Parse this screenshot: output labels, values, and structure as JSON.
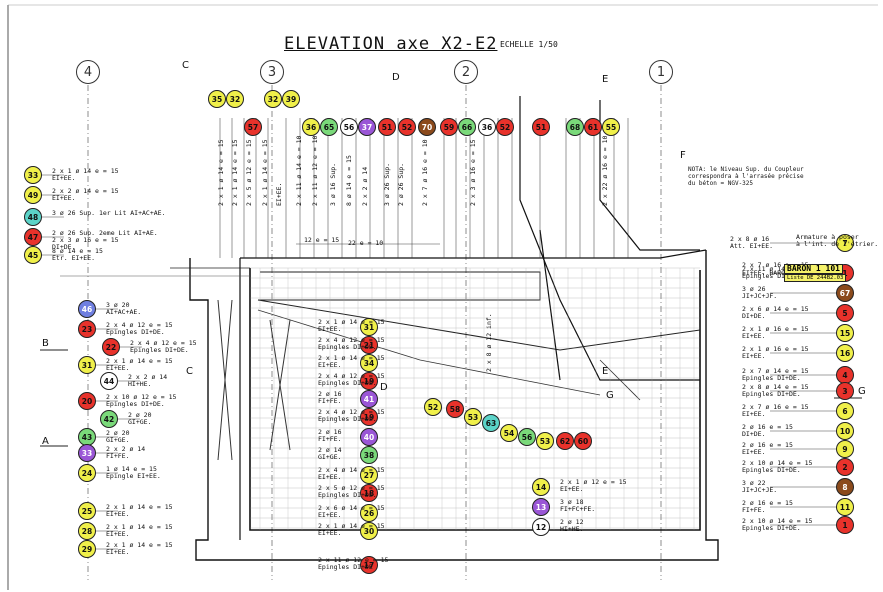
{
  "title": "ELEVATION axe X2-E2",
  "scale": "ECHELLE 1/50",
  "grid_axes": [
    "4",
    "3",
    "2",
    "1"
  ],
  "section_marks": [
    "B",
    "A",
    "C",
    "D",
    "E",
    "F",
    "G"
  ],
  "note": [
    "NOTA: le Niveau Sup. du Coupleur",
    "correspondra à l'arrasée précise",
    "du béton = NGV-325"
  ],
  "baron_box": [
    "BARON 1 101",
    "Liste DE 244B2.03"
  ],
  "left_callouts": [
    {
      "num": "33",
      "color": "#f0f04a",
      "lines": [
        "2 x 1 ø 14 e = 15",
        "EI+EE."
      ]
    },
    {
      "num": "49",
      "color": "#f0f04a",
      "lines": [
        "2 x 2 ø 14 e = 15",
        "EI+EE."
      ]
    },
    {
      "num": "48",
      "color": "#5bd3c8",
      "lines": [
        "3 ø 26 Sup. 1er Lit AI+AC+AE."
      ]
    },
    {
      "num": "47",
      "color": "#e8322b",
      "lines": [
        "2 ø 26 Sup. 2eme Lit AI+AE.",
        "2 x 3 ø 16 e = 15",
        "DI+DE."
      ]
    },
    {
      "num": "45",
      "color": "#f0f04a",
      "lines": [
        "8 ø 14 e = 15",
        "Etr. EI+EE."
      ]
    },
    {
      "num": "46",
      "color": "#6f7fe0",
      "lines": [
        "3 ø 20",
        "AI+AC+AE."
      ]
    },
    {
      "num": "23",
      "color": "#e8322b",
      "lines": [
        "2 x 4 ø 12 e = 15",
        "Epingles DI+DE."
      ]
    },
    {
      "num": "22",
      "color": "#e8322b",
      "lines": [
        "2 x 4 ø 12 e = 15",
        "Epingles DI+DE."
      ]
    },
    {
      "num": "31",
      "color": "#f0f04a",
      "lines": [
        "2 x 1 ø 14 e = 15",
        "EI+EE."
      ]
    },
    {
      "num": "44",
      "color": "#ffffff",
      "lines": [
        "2 x 2 ø 14",
        "HI+HE."
      ]
    },
    {
      "num": "20",
      "color": "#e8322b",
      "lines": [
        "2 x 10 ø 12 e = 15",
        "Epingles DI+DE."
      ]
    },
    {
      "num": "42",
      "color": "#7ad97a",
      "lines": [
        "2 ø 20",
        "GI+GE."
      ]
    },
    {
      "num": "43",
      "color": "#7ad97a",
      "lines": [
        "2 ø 20",
        "GI+GE."
      ]
    },
    {
      "num": "33",
      "color": "#9a56d6",
      "lines": [
        "2 x 2 ø 14",
        "FI+FE."
      ]
    },
    {
      "num": "24",
      "color": "#f0f04a",
      "lines": [
        "1 ø 14 e = 15",
        "Epingle EI+EE."
      ]
    },
    {
      "num": "25",
      "color": "#f0f04a",
      "lines": [
        "2 x 1 ø 14 e = 15",
        "EI+EE."
      ]
    },
    {
      "num": "28",
      "color": "#f0f04a",
      "lines": [
        "2 x 1 ø 14 e = 15",
        "EI+EE."
      ]
    },
    {
      "num": "29",
      "color": "#f0f04a",
      "lines": [
        "2 x 1 ø 14 e = 15",
        "EI+EE."
      ]
    }
  ],
  "mid_callouts": [
    {
      "num": "31",
      "color": "#f0f04a",
      "lines": [
        "2 x 1 ø 14 e = 15",
        "EI+EE."
      ]
    },
    {
      "num": "21",
      "color": "#e8322b",
      "lines": [
        "2 x 4 ø 12 e = 15",
        "Epingles DI+DE."
      ]
    },
    {
      "num": "34",
      "color": "#f0f04a",
      "lines": [
        "2 x 1 ø 14 e = 15",
        "EI+EE."
      ]
    },
    {
      "num": "19",
      "color": "#e8322b",
      "lines": [
        "2 x 4 ø 12 e = 15",
        "Epingles DI+DE."
      ]
    },
    {
      "num": "41",
      "color": "#9a56d6",
      "lines": [
        "2 ø 16",
        "FI+FE."
      ]
    },
    {
      "num": "19",
      "color": "#e8322b",
      "lines": [
        "2 x 4 ø 12 e = 15",
        "Epingles DI+DE."
      ]
    },
    {
      "num": "40",
      "color": "#9a56d6",
      "lines": [
        "2 ø 16",
        "FI+FE."
      ]
    },
    {
      "num": "38",
      "color": "#7ad97a",
      "lines": [
        "2 ø 14",
        "GI+GE."
      ]
    },
    {
      "num": "27",
      "color": "#f0f04a",
      "lines": [
        "2 x 4 ø 14 e = 15",
        "EI+EE."
      ]
    },
    {
      "num": "18",
      "color": "#e8322b",
      "lines": [
        "2 x 5 ø 12 e = 15",
        "Epingles DI+DE."
      ]
    },
    {
      "num": "26",
      "color": "#f0f04a",
      "lines": [
        "2 x 6 ø 14 e = 15",
        "EI+EE."
      ]
    },
    {
      "num": "30",
      "color": "#f0f04a",
      "lines": [
        "2 x 1 ø 14 e = 15",
        "EI+EE."
      ]
    },
    {
      "num": "17",
      "color": "#e8322b",
      "lines": [
        "2 x 11 ø 12 e = 15",
        "Epingles DI+DE"
      ]
    }
  ],
  "right_callouts": [
    {
      "num": "7",
      "color": "#f0f04a",
      "lines": [
        "2 x 8 ø 16",
        "Att. EI+EE."
      ]
    },
    {
      "num": "1",
      "color": "#e8322b",
      "lines": [
        "2 x 11 ø 14 e = 15",
        "Epingles DI+DE."
      ]
    },
    {
      "num": "67",
      "color": "#8b4a1c",
      "lines": [
        "3 ø 26",
        "JI+JC+JF."
      ]
    },
    {
      "num": "5",
      "color": "#e8322b",
      "lines": [
        "2 x 6 ø 14 e = 15",
        "DI+DE."
      ]
    },
    {
      "num": "15",
      "color": "#f0f04a",
      "lines": [
        "2 x 1 ø 16 e = 15",
        "EI+EE."
      ]
    },
    {
      "num": "16",
      "color": "#f0f04a",
      "lines": [
        "2 x 1 ø 16 e = 15",
        "EI+EE."
      ]
    },
    {
      "num": "4",
      "color": "#e8322b",
      "lines": [
        "2 x 7 ø 14 e = 15",
        "Epingles DI+DE."
      ]
    },
    {
      "num": "3",
      "color": "#e8322b",
      "lines": [
        "2 x 8 ø 14 e = 15",
        "Epingles DI+DE."
      ]
    },
    {
      "num": "6",
      "color": "#f0f04a",
      "lines": [
        "2 x 7 ø 16 e = 15",
        "EI+EE."
      ]
    },
    {
      "num": "10",
      "color": "#f0f04a",
      "lines": [
        "2 ø 16 e = 15",
        "DI+DE."
      ]
    },
    {
      "num": "9",
      "color": "#f0f04a",
      "lines": [
        "2 ø 16 e = 15",
        "EI+EE."
      ]
    },
    {
      "num": "2",
      "color": "#e8322b",
      "lines": [
        "2 x 10 ø 14 e = 15",
        "Epingles DI+DE."
      ]
    },
    {
      "num": "8",
      "color": "#8b4a1c",
      "lines": [
        "3 ø 22",
        "JI+JC+JE."
      ]
    },
    {
      "num": "11",
      "color": "#f0f04a",
      "lines": [
        "2 ø 16 e = 15",
        "FI+FE."
      ]
    },
    {
      "num": "1",
      "color": "#e8322b",
      "lines": [
        "2 x 10 ø 14 e = 15",
        "Epingles DI+DE."
      ]
    }
  ],
  "right_extra": {
    "text": "2 x 7 ø 16 e = 15",
    "sub": "EI+EE. BARON"
  },
  "bottom_callouts": [
    {
      "num": "14",
      "color": "#f0f04a",
      "lines": [
        "2 x 1 ø 12 e = 15",
        "EI+EE."
      ]
    },
    {
      "num": "13",
      "color": "#9a56d6",
      "lines": [
        "3 ø 18",
        "FI+FC+FE."
      ]
    },
    {
      "num": "12",
      "color": "#ffffff",
      "lines": [
        "2 ø 12",
        "HI+HE."
      ]
    }
  ],
  "top_bubbles": [
    {
      "num": "35",
      "color": "#f0f04a"
    },
    {
      "num": "32",
      "color": "#f0f04a"
    },
    {
      "num": "32",
      "color": "#f0f04a"
    },
    {
      "num": "39",
      "color": "#f0f04a"
    },
    {
      "num": "57",
      "color": "#e8322b"
    },
    {
      "num": "36",
      "color": "#f0f04a"
    },
    {
      "num": "65",
      "color": "#7ad97a"
    },
    {
      "num": "56",
      "color": "#ffffff"
    },
    {
      "num": "37",
      "color": "#9a56d6"
    },
    {
      "num": "51",
      "color": "#e8322b"
    },
    {
      "num": "52",
      "color": "#e8322b"
    },
    {
      "num": "70",
      "color": "#8b4a1c"
    },
    {
      "num": "59",
      "color": "#e8322b"
    },
    {
      "num": "66",
      "color": "#7ad97a"
    },
    {
      "num": "36",
      "color": "#ffffff"
    },
    {
      "num": "52",
      "color": "#e8322b"
    },
    {
      "num": "51",
      "color": "#e8322b"
    },
    {
      "num": "68",
      "color": "#7ad97a"
    },
    {
      "num": "61",
      "color": "#e8322b"
    },
    {
      "num": "55",
      "color": "#f0f04a"
    }
  ],
  "center_bubbles": [
    {
      "num": "52",
      "color": "#f0f04a"
    },
    {
      "num": "58",
      "color": "#e8322b"
    },
    {
      "num": "53",
      "color": "#f0f04a"
    },
    {
      "num": "63",
      "color": "#5bd3c8"
    },
    {
      "num": "54",
      "color": "#f0f04a"
    },
    {
      "num": "56",
      "color": "#7ad97a"
    },
    {
      "num": "53",
      "color": "#f0f04a"
    },
    {
      "num": "62",
      "color": "#e8322b"
    },
    {
      "num": "60",
      "color": "#e8322b"
    }
  ],
  "vertical_labels": [
    "2 x 1 ø 14 e = 15",
    "2 x 1 ø 14 e = 15",
    "2 x 5 ø 12 e = 15",
    "2 x 1 ø 14 e = 15",
    "EI+EE.",
    "2 x 11 ø 14 e = 10",
    "2 x 11 ø 12 e = 10",
    "3 ø 16 Sup.",
    "8 ø 14 e = 15",
    "2 x 2 ø 14",
    "3 ø 26 Sup.",
    "2 ø 26 Sup.",
    "2 x 7 ø 16 e = 10",
    "2 x 3 ø 16 e = 15",
    "2 x 22 ø 16 e = 10"
  ],
  "dims": {
    "horiz_a": "12 e = 15",
    "horiz_b": "22 e = 10",
    "note_7": "Armature à poser",
    "note_7b": "à l'int. de l'étrier.",
    "inclined": "2 x 8 ø 12 inf."
  }
}
